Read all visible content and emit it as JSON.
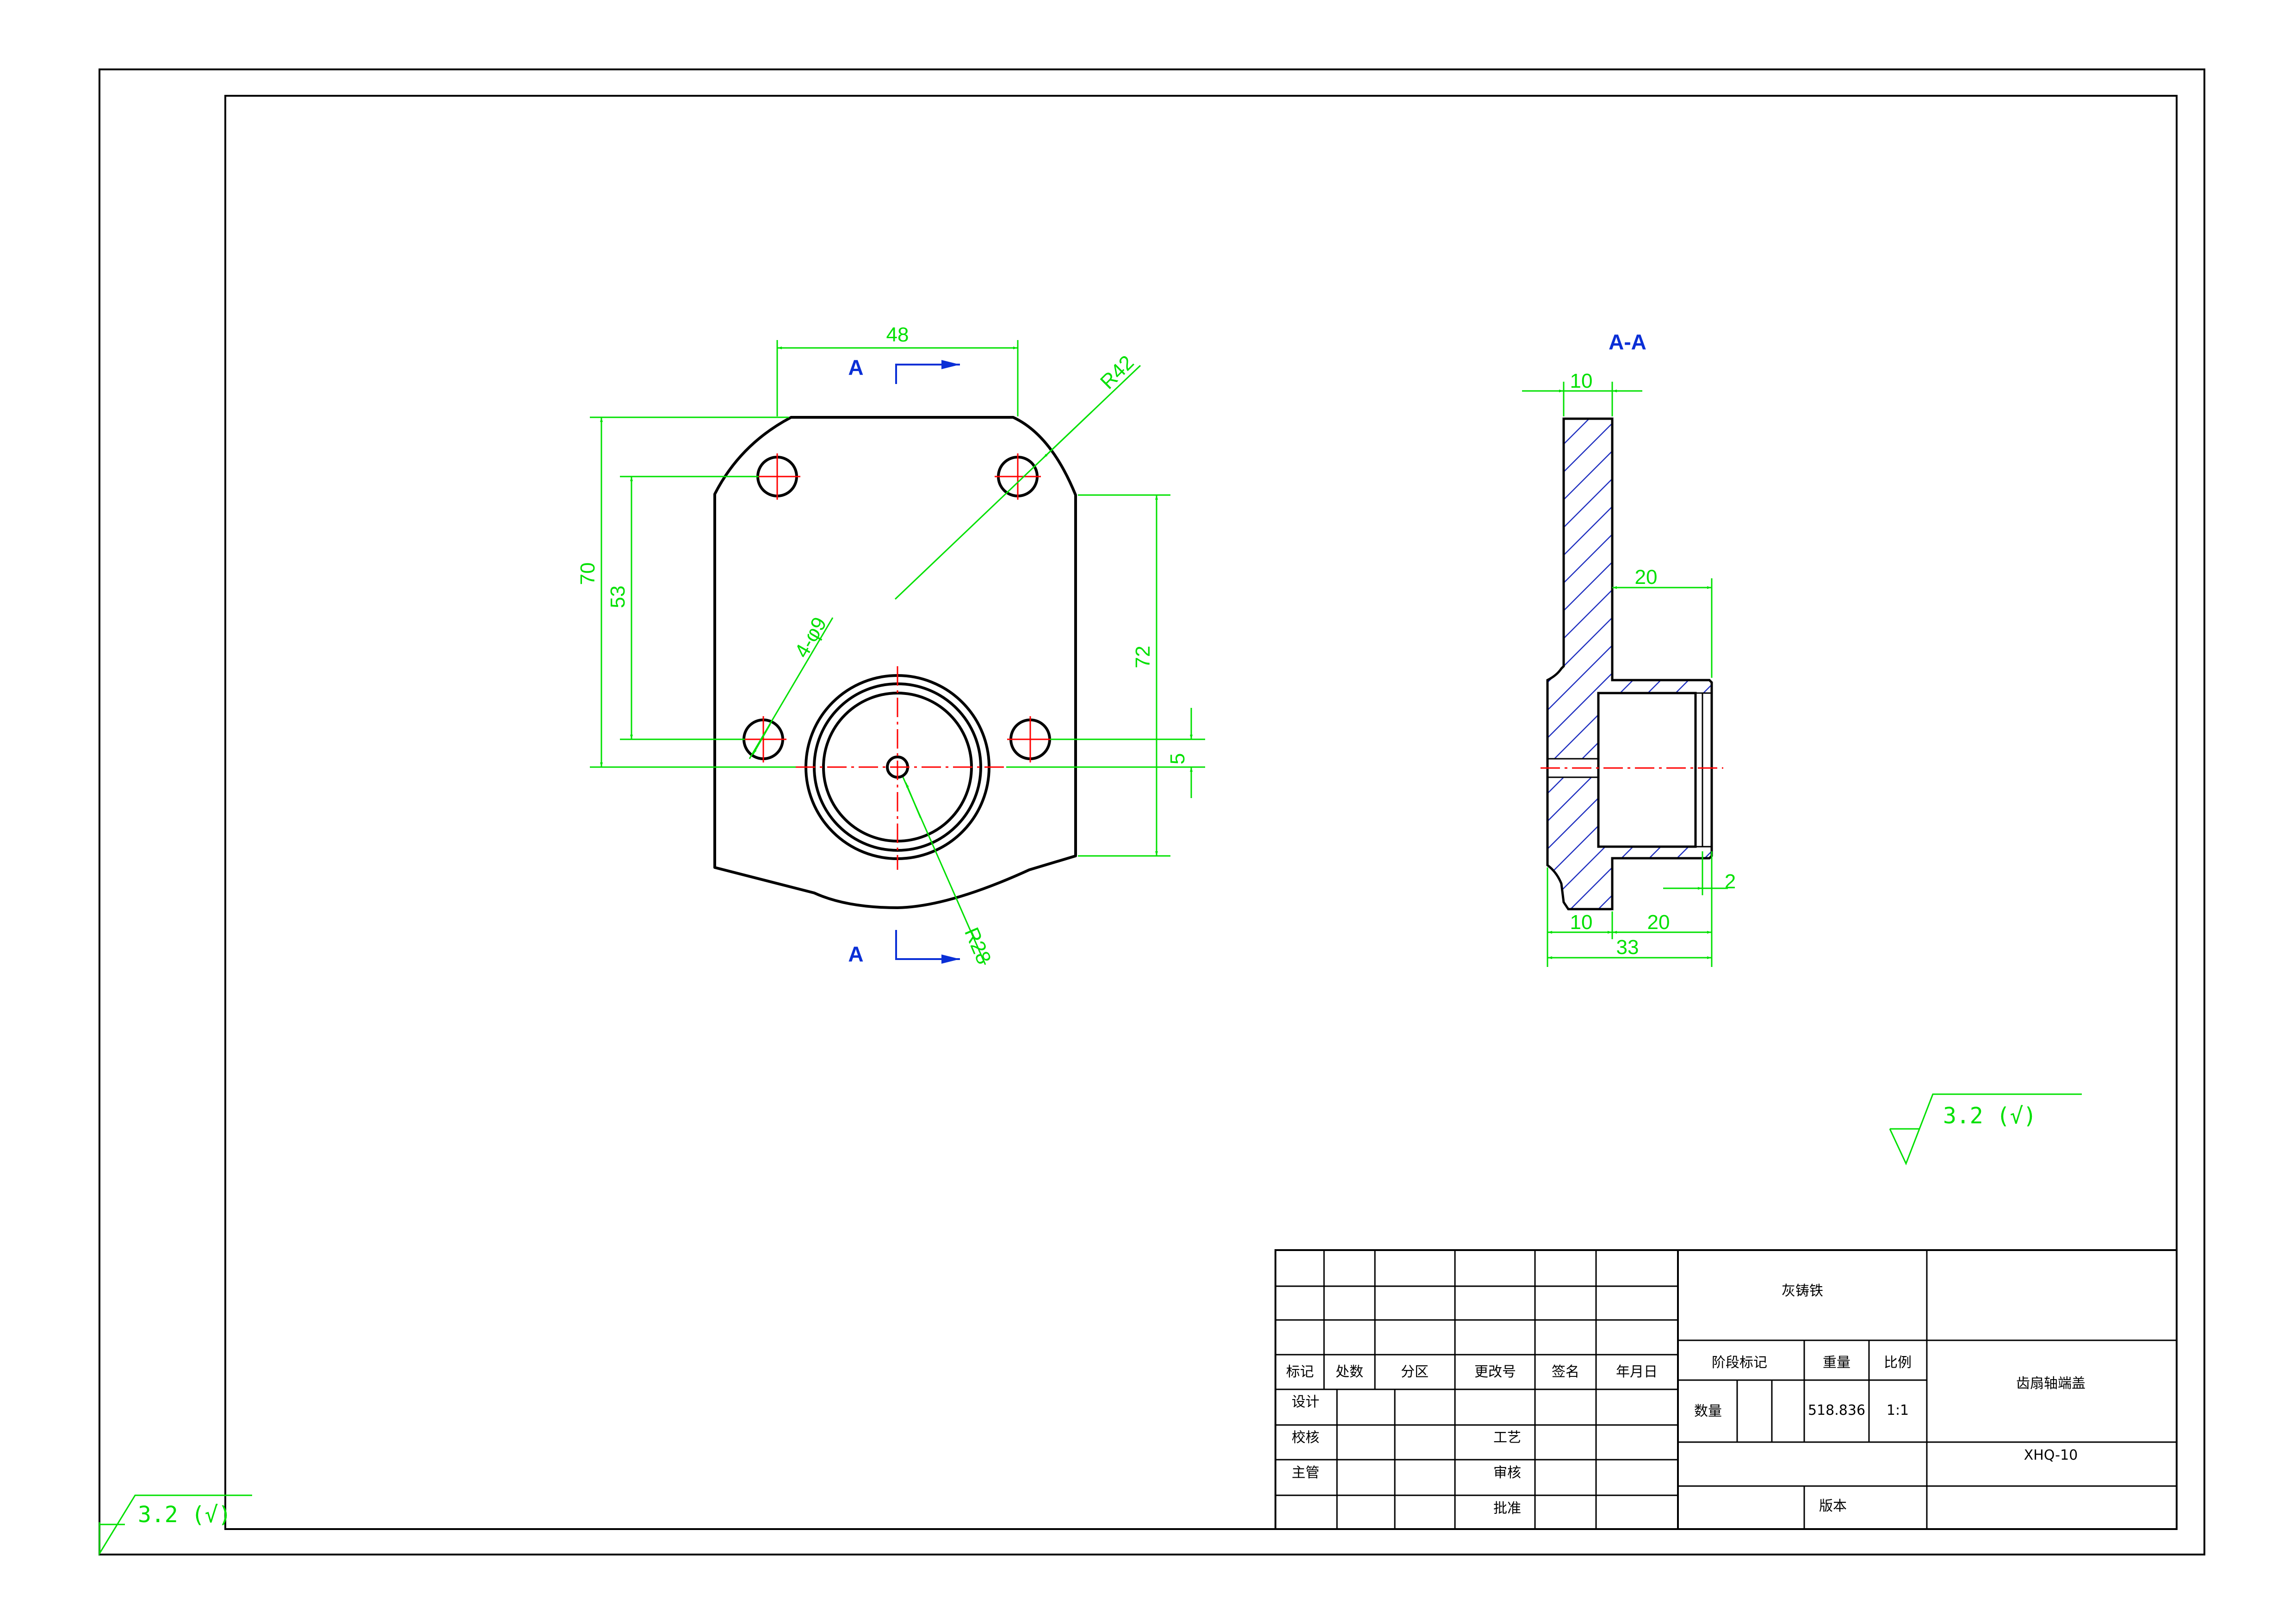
{
  "front_view": {
    "section_marker": "A",
    "dim_width": "48",
    "dim_height": "70",
    "dim_hole_spacing": "53",
    "dim_right_height": "72",
    "dim_offset": "5",
    "dim_radius_outer": "R42",
    "dim_radius_bottom": "R28",
    "dim_holes": "4-φ9"
  },
  "section_view": {
    "title": "A-A",
    "dim_flange": "10",
    "dim_boss_length": "20",
    "dim_bottom_flange": "10",
    "dim_bottom_boss": "20",
    "dim_total": "33",
    "dim_chamfer": "2"
  },
  "surface_finish": {
    "main": "3.2 (√)",
    "corner": "3.2 (√)"
  },
  "title_block": {
    "headers": [
      "标记",
      "处数",
      "分区",
      "更改号",
      "签名",
      "年月日"
    ],
    "design": "设计",
    "check": "校核",
    "supervisor": "主管",
    "process": "工艺",
    "review": "审核",
    "approve": "批准",
    "material": "灰铸铁",
    "stage_mark": "阶段标记",
    "weight_label": "重量",
    "scale_label": "比例",
    "quantity": "数量",
    "weight_value": "518.836",
    "scale_value": "1:1",
    "part_name": "齿扇轴端盖",
    "drawing_no": "XHQ-10",
    "version": "版本"
  },
  "colors": {
    "dimension": "#00e000",
    "centerline": "#ff0000",
    "hatch": "#2030c0",
    "section_marker": "#0a2fd6",
    "outline": "#000000"
  }
}
